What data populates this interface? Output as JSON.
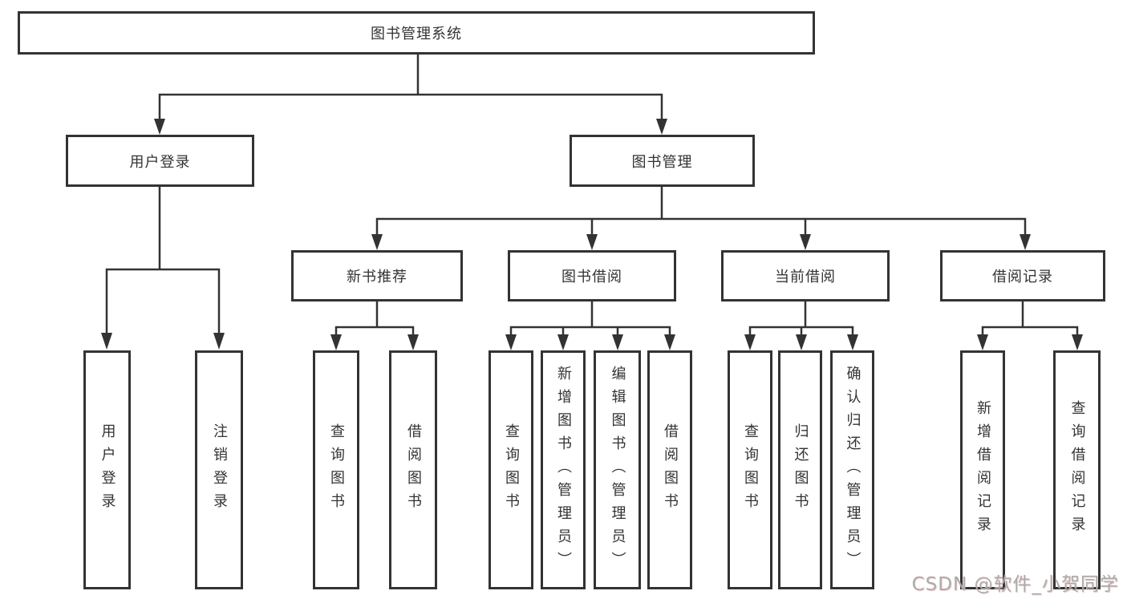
{
  "diagram_title": "图书管理系统",
  "tree": {
    "root": {
      "label": "图书管理系统"
    },
    "user_branch": {
      "label": "用户登录",
      "children": [
        {
          "label": "用户登录"
        },
        {
          "label": "注销登录"
        }
      ]
    },
    "mgmt_branch": {
      "label": "图书管理",
      "groups": [
        {
          "label": "新书推荐",
          "children": [
            {
              "label": "查询图书"
            },
            {
              "label": "借阅图书"
            }
          ]
        },
        {
          "label": "图书借阅",
          "children": [
            {
              "label": "查询图书"
            },
            {
              "label": "新增图书（管理员）"
            },
            {
              "label": "编辑图书（管理员）"
            },
            {
              "label": "借阅图书"
            }
          ]
        },
        {
          "label": "当前借阅",
          "children": [
            {
              "label": "查询图书"
            },
            {
              "label": "归还图书"
            },
            {
              "label": "确认归还（管理员）"
            }
          ]
        },
        {
          "label": "借阅记录",
          "children": [
            {
              "label": "新增借阅记录"
            },
            {
              "label": "查询借阅记录"
            }
          ]
        }
      ]
    }
  },
  "watermark": {
    "text": "CSDN @软件_小贺同学"
  },
  "colors": {
    "line": "#333333",
    "text": "#333333",
    "background": "#ffffff",
    "watermark": "#ababab"
  }
}
